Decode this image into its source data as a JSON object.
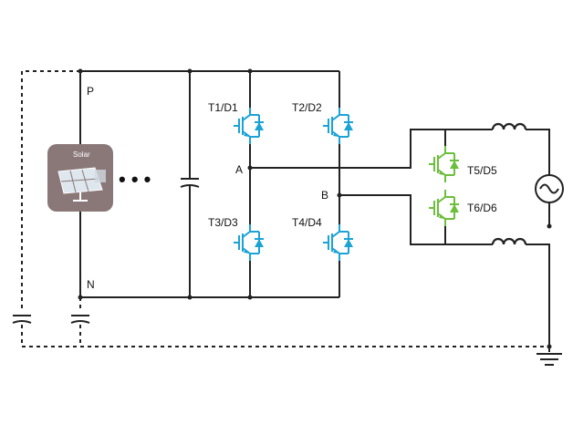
{
  "labels": {
    "p": "P",
    "n": "N",
    "a": "A",
    "b": "B",
    "t1": "T1/D1",
    "t2": "T2/D2",
    "t3": "T3/D3",
    "t4": "T4/D4",
    "t5": "T5/D5",
    "t6": "T6/D6",
    "solar": "Solar",
    "ellipsis": "• • •"
  },
  "colors": {
    "bridge_switch": "#1ba3d6",
    "bypass_switch": "#6cbf3b",
    "solar_box": "#8a7878",
    "wire": "#222222"
  },
  "icons": [
    "solar-panel-icon",
    "capacitor-icon",
    "igbt-diode-icon",
    "inductor-icon",
    "ac-source-icon",
    "ground-icon"
  ]
}
